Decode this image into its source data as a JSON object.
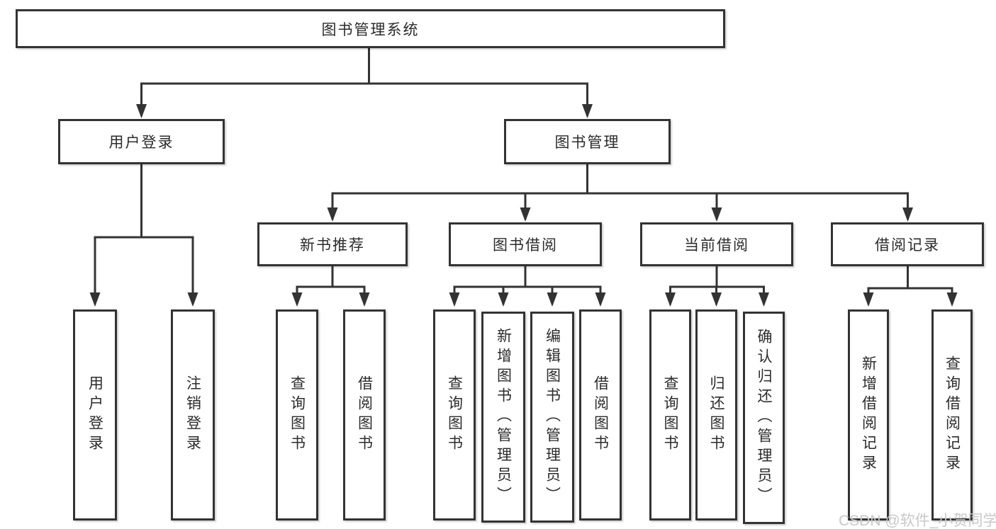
{
  "diagram_title": "图书管理系统",
  "nodes": {
    "root": {
      "label": "图书管理系统",
      "parent": null
    },
    "user_login": {
      "label": "用户登录",
      "parent": "root"
    },
    "book_management": {
      "label": "图书管理",
      "parent": "root"
    },
    "user_login_action": {
      "label": "用户登录",
      "parent": "user_login"
    },
    "logout_action": {
      "label": "注销登录",
      "parent": "user_login"
    },
    "new_book_recommend": {
      "label": "新书推荐",
      "parent": "book_management"
    },
    "book_borrowing": {
      "label": "图书借阅",
      "parent": "book_management"
    },
    "current_borrowing": {
      "label": "当前借阅",
      "parent": "book_management"
    },
    "borrowing_records": {
      "label": "借阅记录",
      "parent": "book_management"
    },
    "nbr_query_books": {
      "label": "查询图书",
      "parent": "new_book_recommend"
    },
    "nbr_borrow_books": {
      "label": "借阅图书",
      "parent": "new_book_recommend"
    },
    "bb_query_books": {
      "label": "查询图书",
      "parent": "book_borrowing"
    },
    "bb_add_books": {
      "label": "新增图书（管理员）",
      "parent": "book_borrowing"
    },
    "bb_edit_books": {
      "label": "编辑图书（管理员）",
      "parent": "book_borrowing"
    },
    "bb_borrow_books": {
      "label": "借阅图书",
      "parent": "book_borrowing"
    },
    "cb_query_books": {
      "label": "查询图书",
      "parent": "current_borrowing"
    },
    "cb_return_books": {
      "label": "归还图书",
      "parent": "current_borrowing"
    },
    "cb_confirm_return": {
      "label": "确认归还（管理员）",
      "parent": "current_borrowing"
    },
    "br_add_record": {
      "label": "新增借阅记录",
      "parent": "borrowing_records"
    },
    "br_query_record": {
      "label": "查询借阅记录",
      "parent": "borrowing_records"
    }
  },
  "watermark": {
    "text": "CSDN @软件_小贺同学"
  },
  "colors": {
    "line": "#333333",
    "box_border": "#333333",
    "text": "#2b2b2b",
    "background": "#ffffff",
    "watermark": "#c8c8c8"
  }
}
